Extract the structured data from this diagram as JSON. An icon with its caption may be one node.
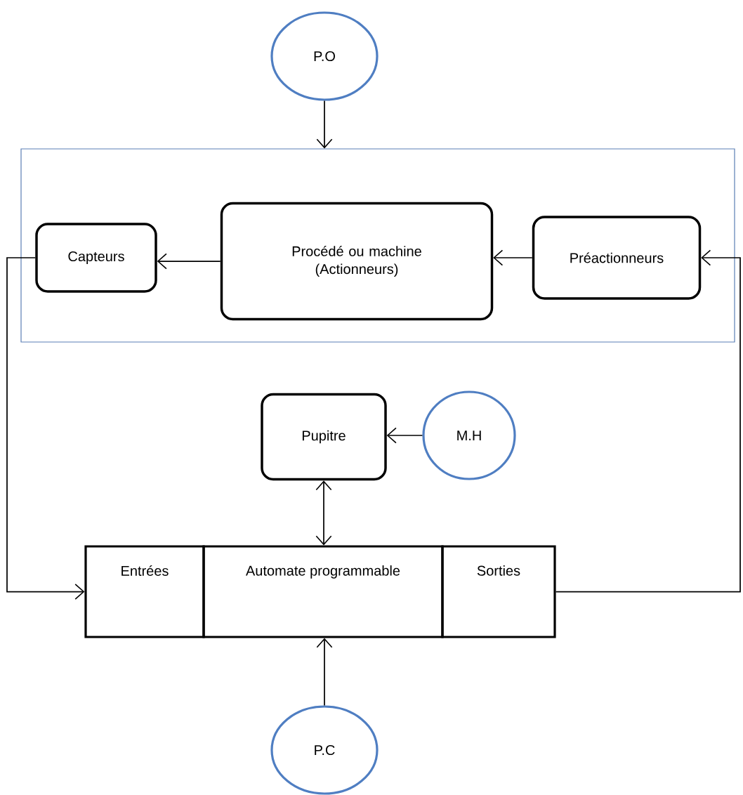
{
  "diagram": {
    "nodes": [
      {
        "text": [
          "P.O"
        ]
      },
      {
        "text": [],
        "shape": "box"
      },
      {
        "text": [
          "Capteurs"
        ],
        "in": 1
      },
      {
        "text": [
          "Procédé ou machine (Actionneurs)"
        ],
        "in": 1
      },
      {
        "text": [
          "Préactionneurs"
        ],
        "in": 1
      },
      {
        "text": [
          "Pupitre"
        ]
      },
      {
        "text": [
          "M.H"
        ]
      },
      {
        "text": [
          "Entrées"
        ]
      },
      {
        "text": [
          "Automate programmable"
        ]
      },
      {
        "text": [
          "Sorties"
        ]
      },
      {
        "text": [
          "P.C"
        ]
      }
    ],
    "edges": [
      {
        "from": 0,
        "to": 1,
        "arrow": "to"
      },
      {
        "from": 3,
        "to": 2,
        "arrow": "to"
      },
      {
        "from": 4,
        "to": 3,
        "arrow": "to"
      },
      {
        "from": 6,
        "to": 5,
        "arrow": "to"
      },
      {
        "from": 5,
        "to": 8,
        "arrow": "both"
      },
      {
        "from": 2,
        "to": 7,
        "arrow": "to"
      },
      {
        "from": 9,
        "to": 4,
        "arrow": "to"
      },
      {
        "from": 10,
        "to": 8,
        "arrow": "to"
      }
    ]
  }
}
